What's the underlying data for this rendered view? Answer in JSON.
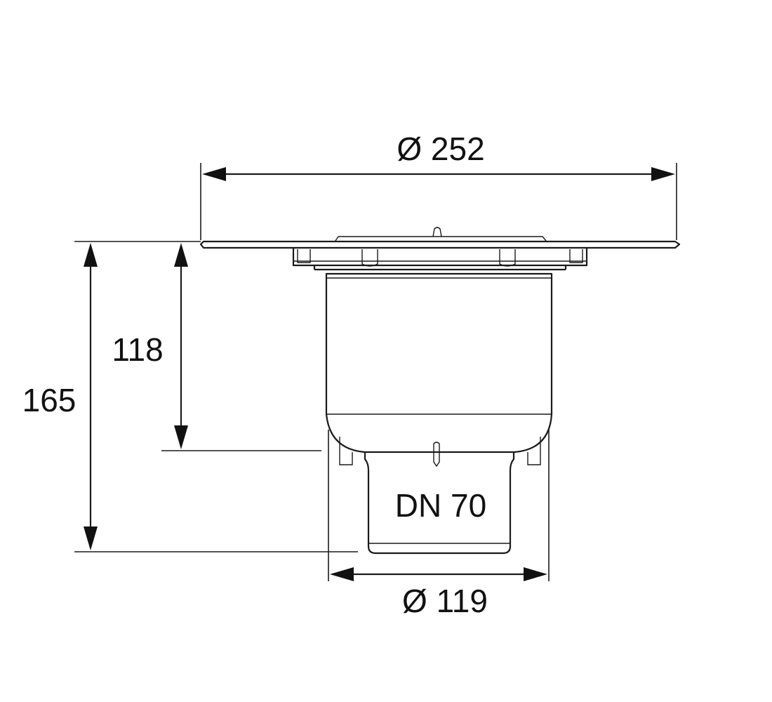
{
  "drawing": {
    "dimensions": {
      "top_width": "Ø 252",
      "bottom_width": "Ø 119",
      "total_height": "165",
      "body_height": "118"
    },
    "outlet_label": "DN 70"
  }
}
